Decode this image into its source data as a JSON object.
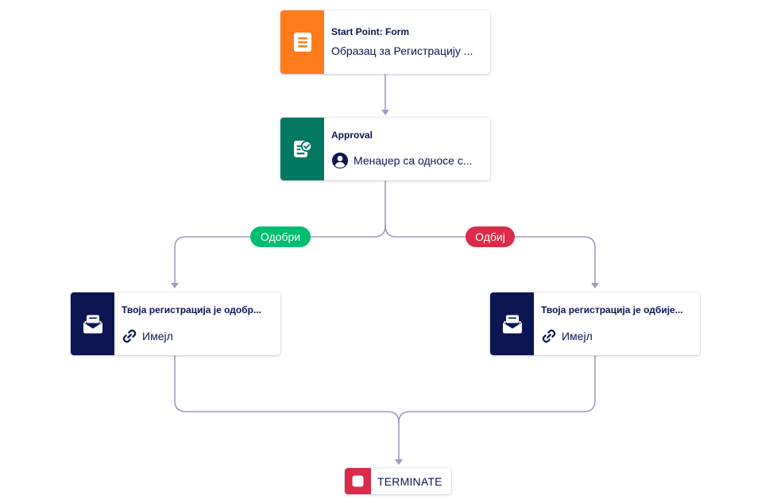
{
  "colors": {
    "connector": "#a09cc4",
    "form_icon_bg": "#ff7b1c",
    "approval_icon_bg": "#007862",
    "email_icon_bg": "#0a1551",
    "approve_pill_bg": "#01bd6f",
    "deny_pill_bg": "#dc2a49",
    "terminate_icon_bg": "#dc2a49",
    "text_primary": "#0a1551"
  },
  "nodes": {
    "start": {
      "title": "Start Point: Form",
      "subtitle": "Образац за Регистрацију ...",
      "icon": "form-document-icon"
    },
    "approval": {
      "title": "Approval",
      "subtitle": "Менаџер са односе с...",
      "icon": "approval-check-icon",
      "sub_icon": "user-avatar-icon"
    },
    "email_approved": {
      "title": "Твоја регистрација је одобр...",
      "subtitle": "Имејл",
      "icon": "envelope-open-icon",
      "sub_icon": "link-icon"
    },
    "email_denied": {
      "title": "Твоја регистрација је одбије...",
      "subtitle": "Имејл",
      "icon": "envelope-open-icon",
      "sub_icon": "link-icon"
    },
    "terminate": {
      "label": "TERMINATE",
      "icon": "stop-square-icon"
    }
  },
  "branches": {
    "approve": {
      "label": "Одобри"
    },
    "deny": {
      "label": "Одбиј"
    }
  }
}
